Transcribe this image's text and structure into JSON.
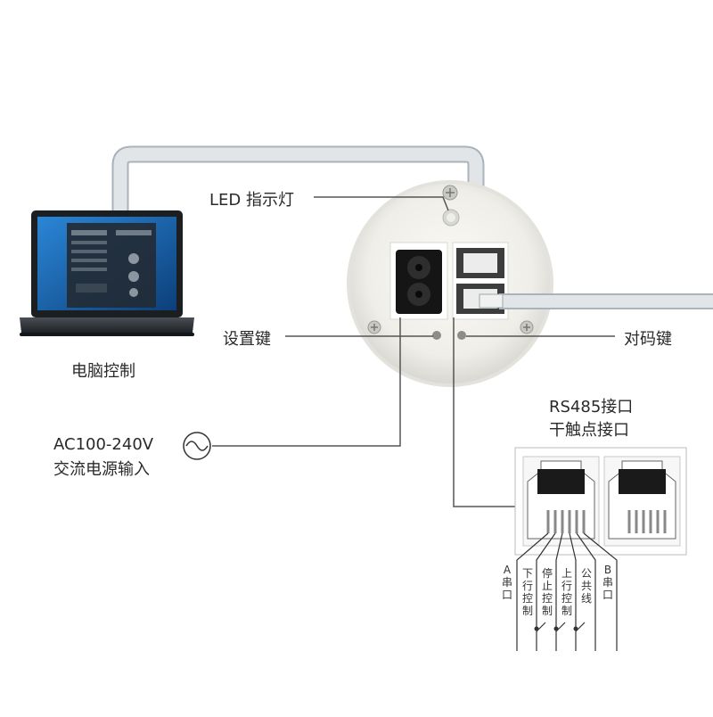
{
  "labels": {
    "led": "LED 指示灯",
    "setting_key": "设置键",
    "pairing_key": "对码键",
    "pc_control": "电脑控制",
    "ac_line1": "AC100-240V",
    "ac_line2": "交流电源输入",
    "rs485_line1": "RS485接口",
    "rs485_line2": "干触点接口"
  },
  "pins": [
    "A串口",
    "下行控制",
    "停止控制",
    "上行控制",
    "公共线",
    "B串口"
  ],
  "colors": {
    "cable": "#dcdcdc",
    "cable_edge": "#a9b3bb",
    "panel": "#f4f3ee",
    "leader": "#555555",
    "screen": "#1d6fb8"
  }
}
